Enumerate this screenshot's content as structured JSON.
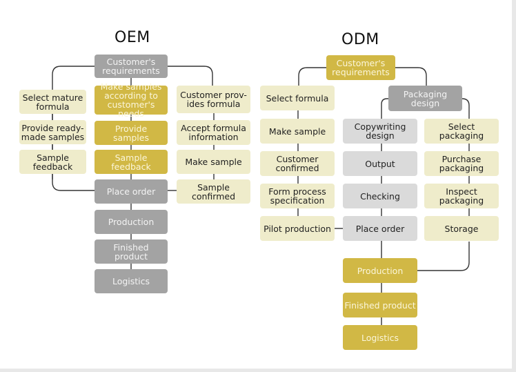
{
  "oem": {
    "title": "OEM",
    "top": "Customer's requirements",
    "left": [
      "Select mature formula",
      "Provide ready-made samples",
      "Sample feedback"
    ],
    "center": [
      "Make samples according to customer's needs",
      "Provide samples",
      "Sample feedback"
    ],
    "right": [
      "Customer provides formula",
      "Accept formula information",
      "Make sample",
      "Sample confirmed"
    ],
    "right_display": [
      "Customer prov-ides formula",
      "Accept formula information",
      "Make sample",
      "Sample confirmed"
    ],
    "left_display": [
      "Select mature formula",
      "Provide ready-made samples",
      "Sample feedback"
    ],
    "bottom": [
      "Place order",
      "Production",
      "Finished product",
      "Logistics"
    ]
  },
  "odm": {
    "title": "ODM",
    "top": "Customer's requirements",
    "left": [
      "Select formula",
      "Make sample",
      "Customer confirmed",
      "Form process specification",
      "Pilot production"
    ],
    "packaging": "Packaging design",
    "middle": [
      "Copywriting design",
      "Output",
      "Checking",
      "Place order"
    ],
    "right": [
      "Select packaging",
      "Purchase packaging",
      "Inspect packaging",
      "Storage"
    ],
    "bottom": [
      "Production",
      "Finished product",
      "Logistics"
    ]
  },
  "colors": {
    "gray": "#a3a3a3",
    "gold": "#d1b845",
    "cream": "#efeccb",
    "light_gray": "#dadada"
  }
}
